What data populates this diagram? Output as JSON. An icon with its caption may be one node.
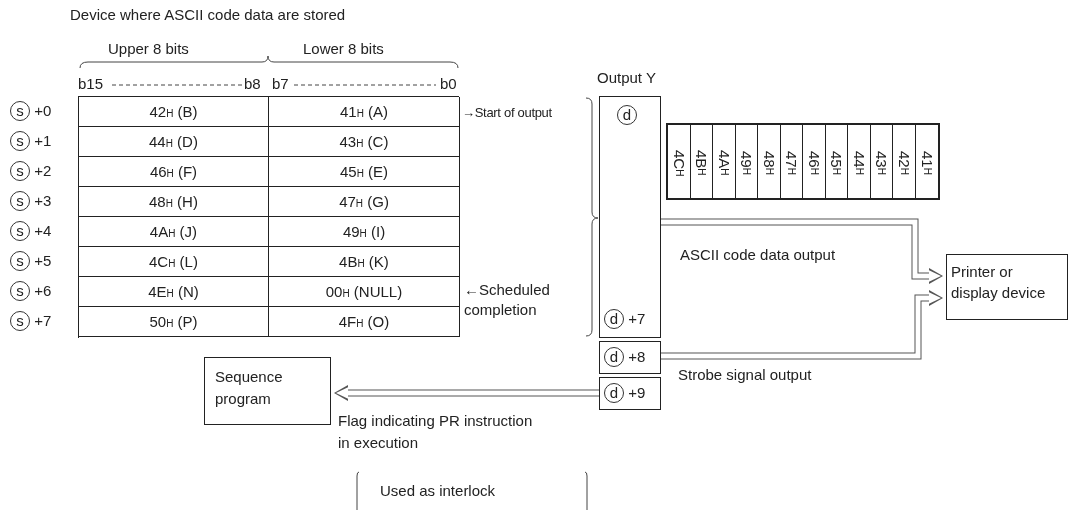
{
  "diagram": {
    "nodes": [
      {
        "text": [
          "Output Y",
          "d",
          "d +7"
        ]
      },
      {
        "text": [
          "d +8"
        ]
      },
      {
        "text": [
          "d +9"
        ]
      },
      {
        "text": [
          "Printer or display device"
        ]
      },
      {
        "text": [
          "Sequence program"
        ]
      },
      {
        "text": [
          "4C$_{H}$",
          "4B$_{H}$",
          "4A$_{H}$",
          "49$_{H}$",
          "48$_{H}$",
          "47$_{H}$",
          "46$_{H}$",
          "45$_{H}$",
          "44$_{H}$",
          "43$_{H}$",
          "42$_{H}$",
          "41$_{H}$"
        ]
      }
    ],
    "edges": [
      {
        "from": 0,
        "to": 3,
        "arrow": "to",
        "label": "ASCII code data output"
      },
      {
        "from": 1,
        "to": 3,
        "arrow": "to",
        "label": "Strobe signal output"
      },
      {
        "from": 2,
        "to": 4,
        "arrow": "to",
        "label": "Flag indicating PR instruction in execution"
      }
    ],
    "labels": [
      "Device where ASCII code data are stored",
      "Upper 8 bits",
      "Lower 8 bits",
      "b15",
      "b8",
      "b7",
      "b0",
      "s +0",
      "42$_{H}$ (B)",
      "41$_{H}$ (A)",
      "→Start of output",
      "s +1",
      "44$_{H}$ (D)",
      "43$_{H}$ (C)",
      "s +2",
      "46$_{H}$ (F)",
      "45$_{H}$ (E)",
      "s +3",
      "48$_{H}$ (H)",
      "47$_{H}$ (G)",
      "s +4",
      "4A$_{H}$ (J)",
      "49$_{H}$  (I)",
      "s +5",
      "4C$_{H}$ (L)",
      "4B$_{H}$ (K)",
      "s +6",
      "4E$_{H}$ (N)",
      "00$_{H}$ (NULL)",
      "←Scheduled completion",
      "s +7",
      "50$_{H}$ (P)",
      "4F$_{H}$ (O)",
      "Used as interlock"
    ]
  }
}
